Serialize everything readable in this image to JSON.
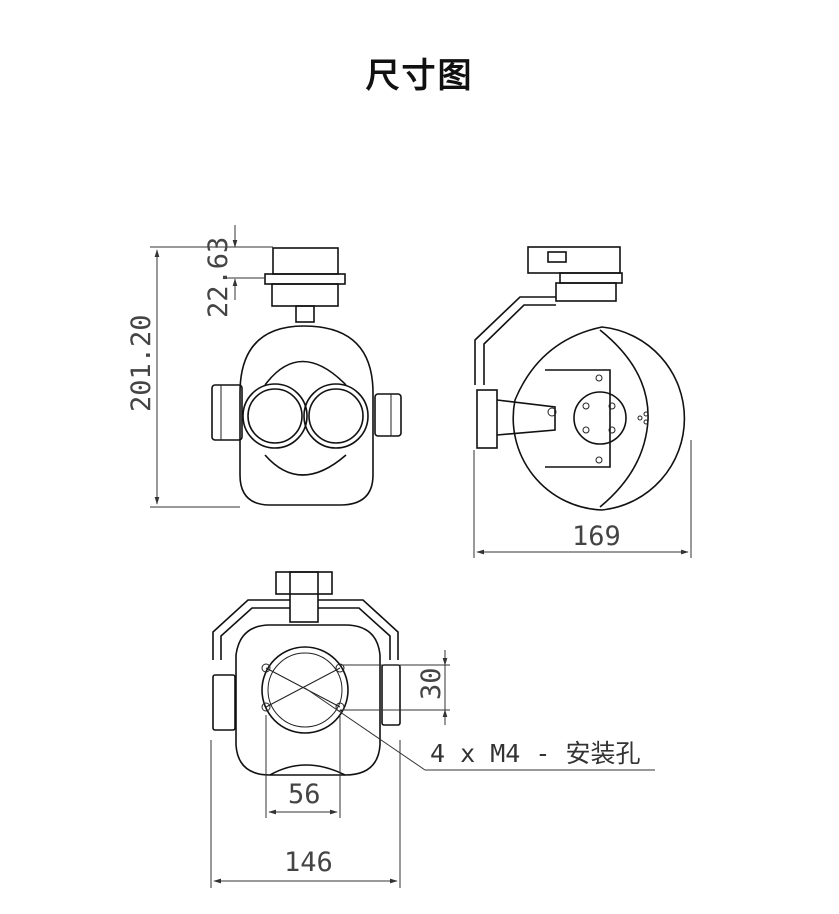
{
  "title": "尺寸图",
  "dimensions": {
    "total_height": "201.20",
    "top_mount_height": "22.63",
    "side_depth": "169",
    "bottom_width": "146",
    "hole_spacing_x": "56",
    "hole_spacing_y": "30"
  },
  "annotation": {
    "holes_label": "4 x  M4 - 安装孔"
  }
}
